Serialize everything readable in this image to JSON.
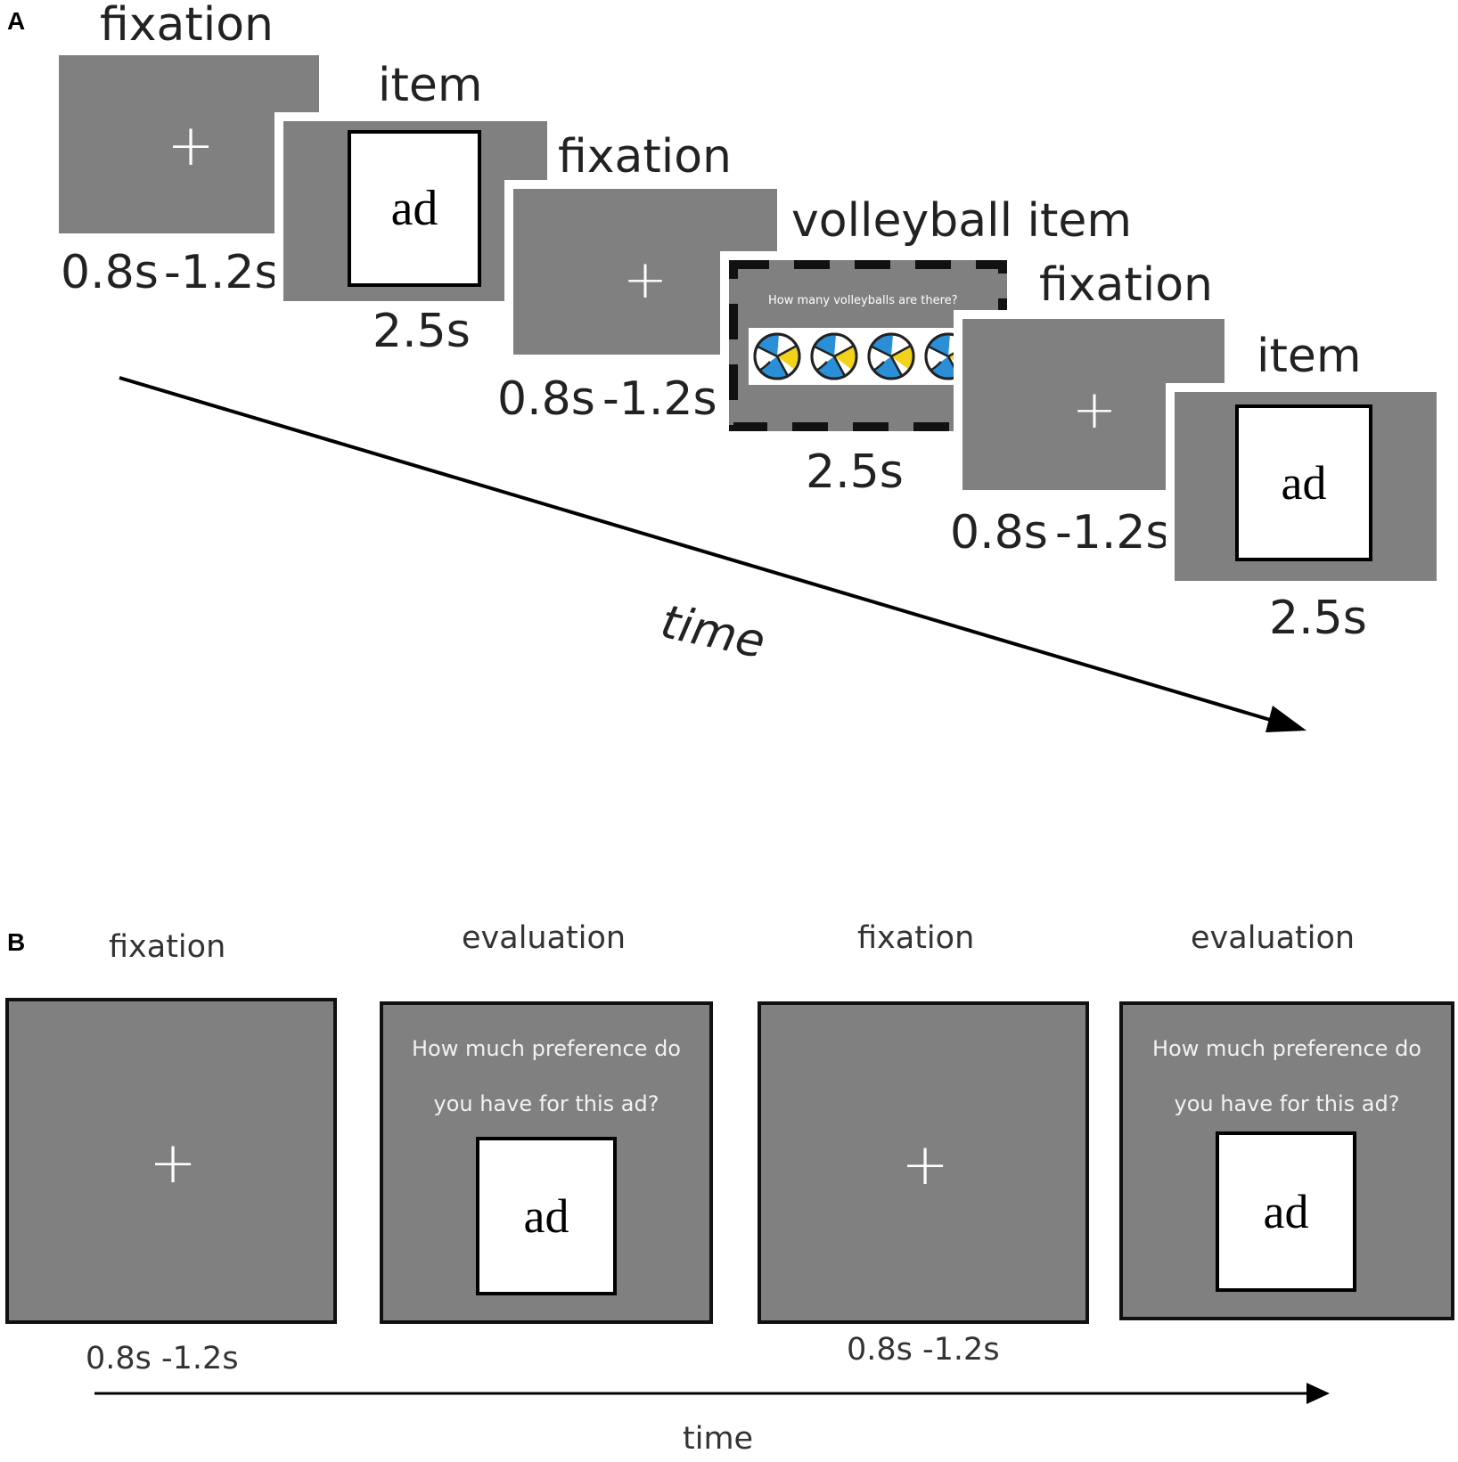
{
  "panel_a": {
    "letter": "A",
    "frames": [
      {
        "label": "fixation",
        "duration_min": "0.8s",
        "duration_max": "-1.2s"
      },
      {
        "label": "item",
        "content": "ad",
        "duration": "2.5s"
      },
      {
        "label": "fixation",
        "duration_min": "0.8s",
        "duration_max": "-1.2s"
      },
      {
        "label": "volleyball item",
        "question": "How many volleyballs are there?",
        "duration": "2.5s"
      },
      {
        "label": "fixation",
        "duration_min": "0.8s",
        "duration_max": "-1.2s"
      },
      {
        "label": "item",
        "content": "ad",
        "duration": "2.5s"
      }
    ],
    "cross": "+",
    "time_label": "time"
  },
  "panel_b": {
    "letter": "B",
    "frames": [
      {
        "label": "fixation",
        "duration": "0.8s -1.2s"
      },
      {
        "label": "evaluation",
        "question_line1": "How much preference do",
        "question_line2": "you have for this ad?",
        "content": "ad"
      },
      {
        "label": "fixation",
        "duration": "0.8s -1.2s"
      },
      {
        "label": "evaluation",
        "question_line1": "How much preference do",
        "question_line2": "you have for this ad?",
        "content": "ad"
      }
    ],
    "cross": "+",
    "time_label": "time"
  },
  "colors": {
    "screen_gray": "#808080",
    "volleyball_blue": "#2a8fd6",
    "volleyball_yellow": "#f2d21b"
  },
  "icons": [
    "fixation-cross-icon",
    "volleyball-icon",
    "time-arrow-icon"
  ]
}
